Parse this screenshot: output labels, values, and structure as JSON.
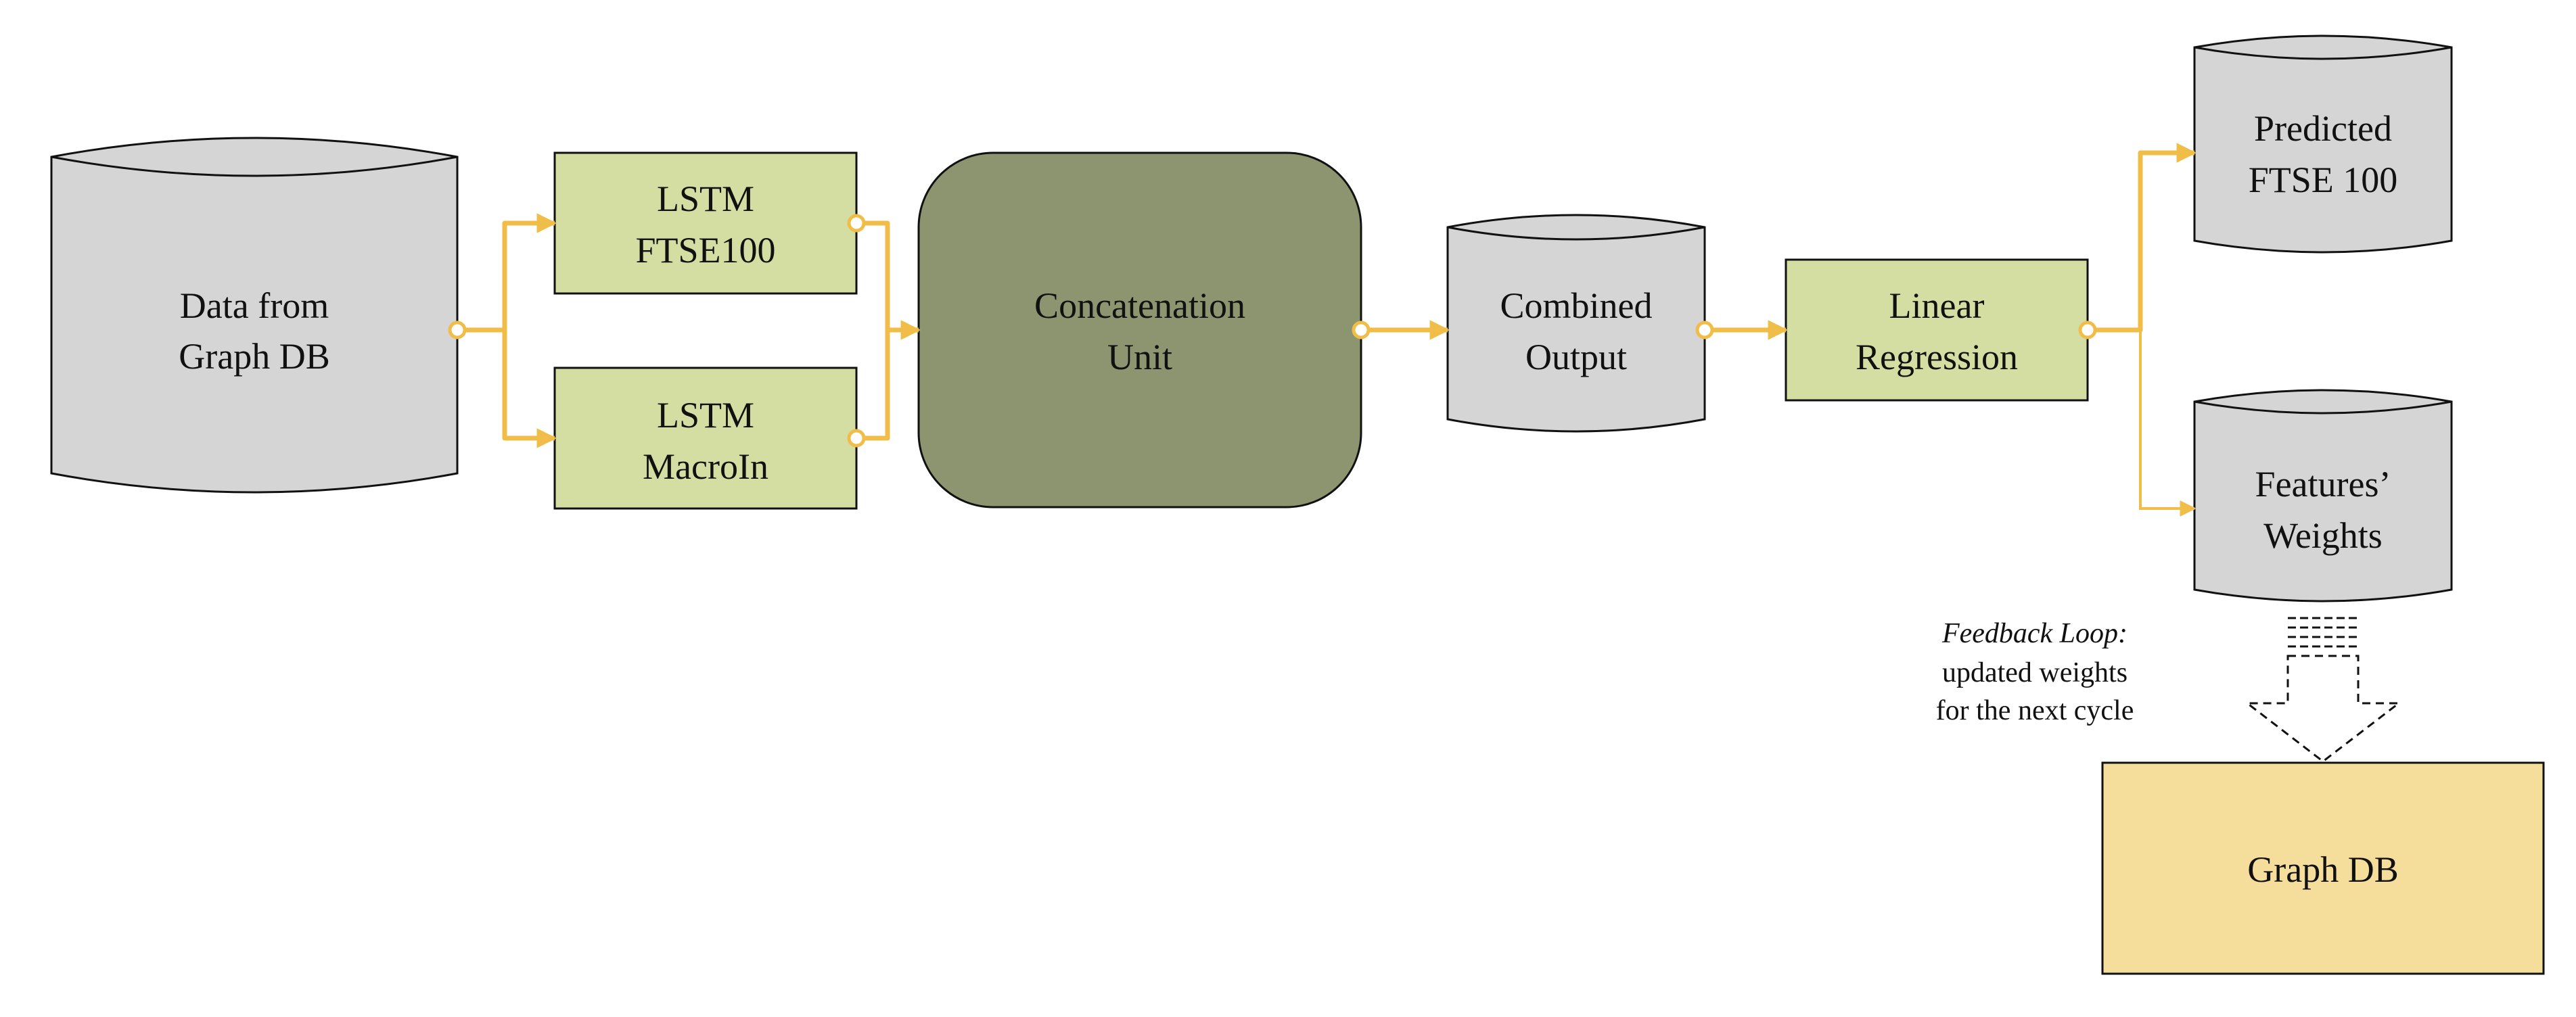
{
  "nodes": {
    "data_source": {
      "line1": "Data from",
      "line2": "Graph DB"
    },
    "lstm_ftse": {
      "line1": "LSTM",
      "line2": "FTSE100"
    },
    "lstm_macro": {
      "line1": "LSTM",
      "line2": "MacroIn"
    },
    "concat": {
      "line1": "Concatenation",
      "line2": "Unit"
    },
    "combined": {
      "line1": "Combined",
      "line2": "Output"
    },
    "linreg": {
      "line1": "Linear",
      "line2": "Regression"
    },
    "predicted": {
      "line1": "Predicted",
      "line2": "FTSE 100"
    },
    "weights": {
      "line1": "Features’",
      "line2": "Weights"
    },
    "graphdb": {
      "label": "Graph DB"
    }
  },
  "feedback_note": {
    "title": "Feedback Loop:",
    "line2": "updated weights",
    "line3": "for the next cycle"
  },
  "colors": {
    "connector": "#f0bd48",
    "cylinder": "#d5d5d5",
    "lstm_box": "#d4dea2",
    "concat_box": "#8c9470",
    "graphdb_box": "#f5dd9c"
  }
}
